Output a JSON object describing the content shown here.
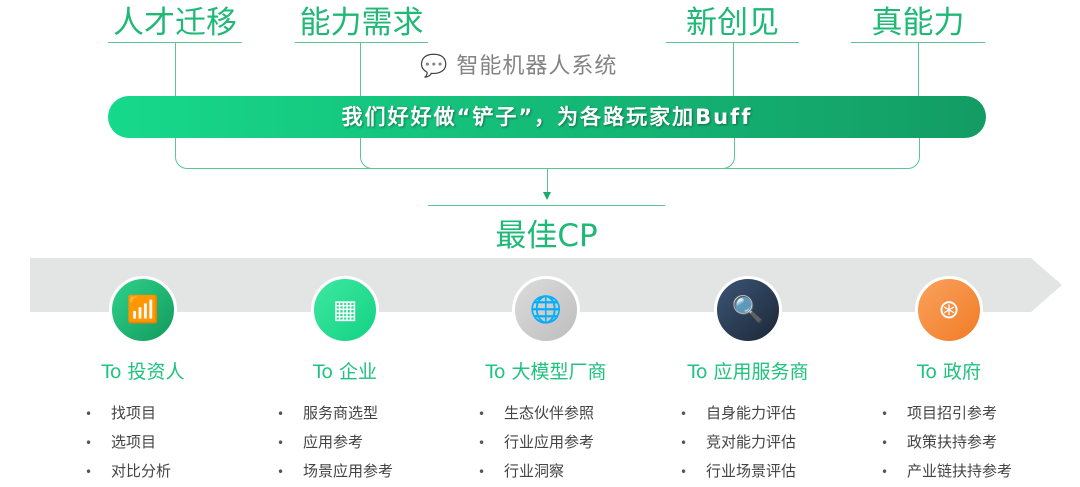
{
  "top_labels": [
    "人才迁移",
    "能力需求",
    "新创见",
    "真能力"
  ],
  "banner": "我们好好做“铲子”，为各路玩家加Buff",
  "result": "最佳CP",
  "columns": [
    {
      "title": "To 投资人",
      "icon": "chart-growth-icon",
      "color": "#1aa865",
      "items": [
        "找项目",
        "选项目",
        "对比分析"
      ]
    },
    {
      "title": "To 企业",
      "icon": "table-grid-icon",
      "color": "#18d88a",
      "items": [
        "服务商选型",
        "应用参考",
        "场景应用参考"
      ]
    },
    {
      "title": "To 大模型厂商",
      "icon": "globe-hand-icon",
      "color": "#c8c8c8",
      "items": [
        "生态伙伴参照",
        "行业应用参考",
        "行业洞察"
      ]
    },
    {
      "title": "To 应用服务商",
      "icon": "magnifier-pulse-icon",
      "color": "#23324a",
      "items": [
        "自身能力评估",
        "竞对能力评估",
        "行业场景评估"
      ]
    },
    {
      "title": "To 政府",
      "icon": "lifebuoy-icon",
      "color": "#f4812f",
      "items": [
        "项目招引参考",
        "政策扶持参考",
        "产业链扶持参考"
      ]
    }
  ],
  "watermark": "智能机器人系统"
}
